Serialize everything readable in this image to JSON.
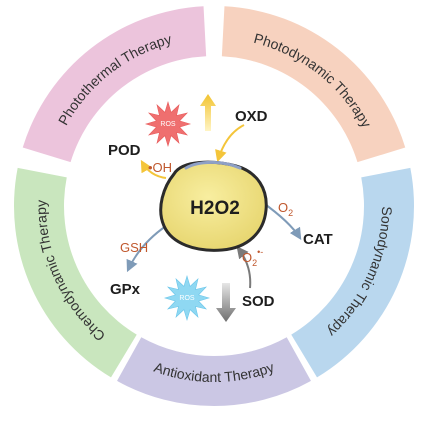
{
  "therapies": [
    {
      "label": "Photothermal Therapy",
      "color": "#ecc4dc"
    },
    {
      "label": "Photodynamic Therapy",
      "color": "#f7d2bf"
    },
    {
      "label": "Sonodynamic Therapy",
      "color": "#b9d7ee"
    },
    {
      "label": "Antioxidant Therapy",
      "color": "#cbc7e4"
    },
    {
      "label": "Chemodynamic Therapy",
      "color": "#c9e6be"
    }
  ],
  "center": {
    "label": "H2O2",
    "fill": "#efe283"
  },
  "enzymes": {
    "pod": "POD",
    "oxd": "OXD",
    "cat": "CAT",
    "sod": "SOD",
    "gpx": "GPx"
  },
  "species": {
    "oh_radical": "•OH",
    "oxygen": "O",
    "oxygen_sub": "2",
    "superoxide": "O",
    "superoxide_sub": "2",
    "superoxide_sup": "•-",
    "gsh": "GSH"
  },
  "ros_bursts": [
    {
      "label": "ROS",
      "color": "#ef6f6f"
    },
    {
      "label": "ROS",
      "color": "#8fd8f2"
    }
  ],
  "colors": {
    "species_text": "#c0582e",
    "arrow_yellow": "#f4c53a",
    "arrow_blue": "#7f9bb8",
    "arrow_grey": "#7a7a7a"
  }
}
